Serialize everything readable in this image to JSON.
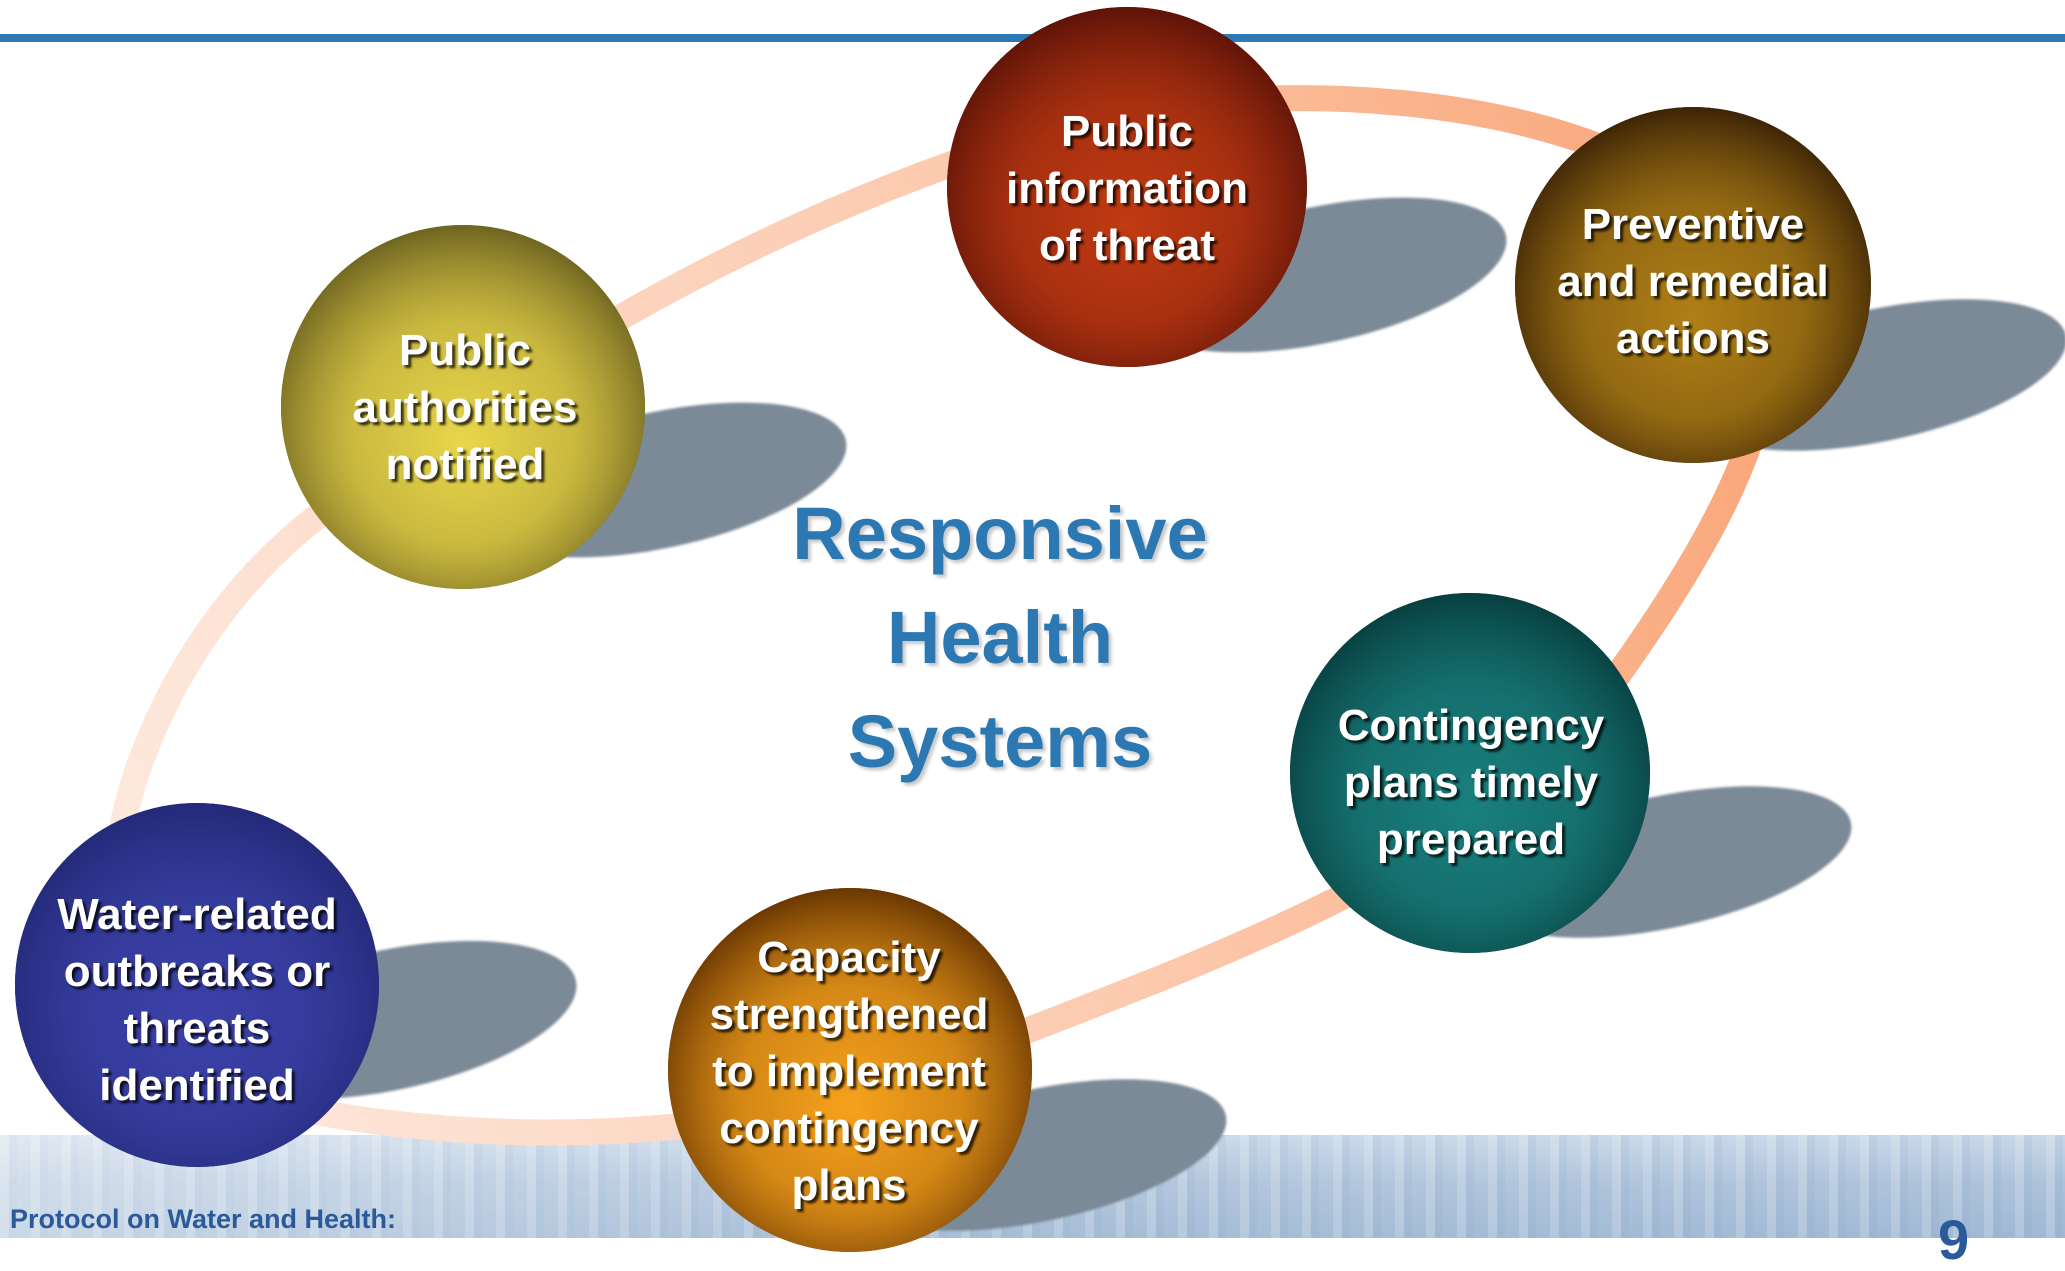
{
  "slide": {
    "center_title": "Responsive\nHealth\nSystems",
    "footer_text": "Protocol on Water and Health:",
    "page_number": "9"
  },
  "cycle_steps": [
    {
      "label": "Water-related\noutbreaks or\nthreats\nidentified",
      "color": "#232a78",
      "highlight": "#3b41a8"
    },
    {
      "label": "Public\nauthorities\nnotified",
      "color": "#6f6420",
      "highlight": "#e9d64a"
    },
    {
      "label": "Public\ninformation\nof threat",
      "color": "#5e1308",
      "highlight": "#c13a12"
    },
    {
      "label": "Preventive\nand remedial\nactions",
      "color": "#3d2406",
      "highlight": "#b08016"
    },
    {
      "label": "Contingency\nplans timely\nprepared",
      "color": "#083f40",
      "highlight": "#19807e"
    },
    {
      "label": "Capacity\nstrengthened\nto implement\ncontingency\nplans",
      "color": "#6a3702",
      "highlight": "#f7a21c"
    }
  ],
  "colors": {
    "title_blue": "#2b78b3",
    "ring_orange": "#f9a77c",
    "shadow_gray": "#7b8997"
  }
}
